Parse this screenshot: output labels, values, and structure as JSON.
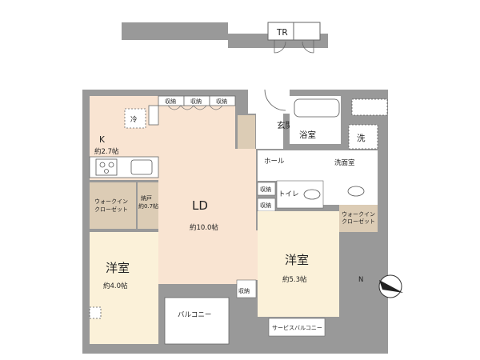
{
  "colors": {
    "wall": "#999999",
    "floor_ld": "#f9e4d2",
    "floor_room": "#fbf1d9",
    "floor_wet": "#ffffff",
    "closet": "#dcccb5",
    "balcony": "#ffffff",
    "outline": "#666666"
  },
  "labels": {
    "tr": "TR",
    "kitchen": "K",
    "kitchen_size": "約2.7帖",
    "fridge": "冷",
    "storage": "収納",
    "entrance": "玄関",
    "bath": "浴室",
    "washer": "洗",
    "hall": "ホール",
    "washroom": "洗面室",
    "toilet": "トイレ",
    "wic": "ウォークイン",
    "wic2": "クローゼット",
    "pantry": "納戸",
    "pantry_size": "約0.7帖",
    "ld": "LD",
    "ld_size": "約10.0帖",
    "west": "洋室",
    "west_size": "約4.0帖",
    "east": "洋室",
    "east_size": "約5.3帖",
    "balcony": "バルコニー",
    "service_balcony": "サービスバルコニー",
    "north": "N"
  }
}
